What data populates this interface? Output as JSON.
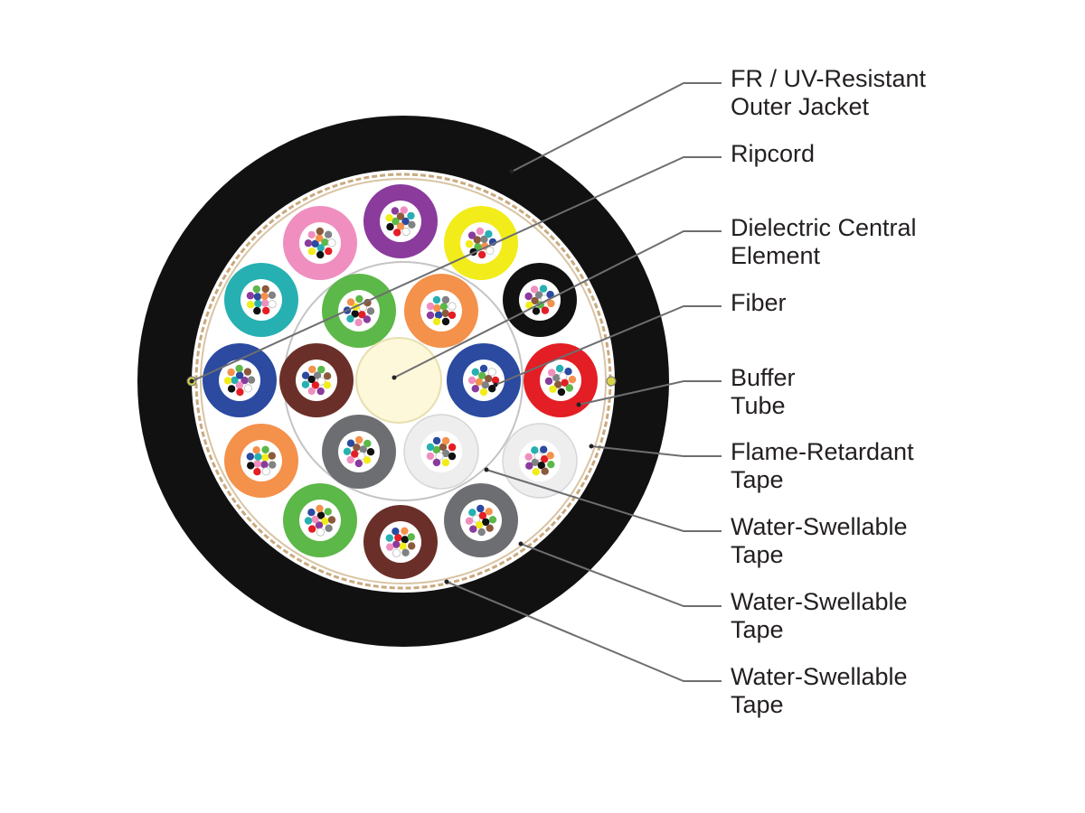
{
  "colors": {
    "jacket": "#111111",
    "leader_line": "#6d6e71",
    "label_text": "#231f20",
    "core_fill": "#fdf8d9",
    "tape": "#c9a97e",
    "binder": "#bdbdbd"
  },
  "labels": [
    {
      "id": "outer-jacket",
      "lines": [
        "FR / UV-Resistant",
        "Outer Jacket"
      ]
    },
    {
      "id": "ripcord",
      "lines": [
        "Ripcord"
      ]
    },
    {
      "id": "central-element",
      "lines": [
        "Dielectric Central",
        "Element"
      ]
    },
    {
      "id": "fiber",
      "lines": [
        "Fiber"
      ]
    },
    {
      "id": "buffer-tube",
      "lines": [
        "Buffer",
        "Tube"
      ]
    },
    {
      "id": "flame-retardant-tape",
      "lines": [
        "Flame-Retardant",
        "Tape"
      ]
    },
    {
      "id": "water-swellable-tape-1",
      "lines": [
        "Water-Swellable",
        "Tape"
      ]
    },
    {
      "id": "water-swellable-tape-2",
      "lines": [
        "Water-Swellable",
        "Tape"
      ]
    },
    {
      "id": "water-swellable-tape-3",
      "lines": [
        "Water-Swellable",
        "Tape"
      ]
    }
  ],
  "buffer_tubes": {
    "outer_ring_colors": [
      "purple",
      "yellow",
      "black",
      "red",
      "white",
      "gray",
      "brown",
      "green",
      "orange",
      "blue",
      "teal",
      "pink"
    ],
    "inner_ring_colors": [
      "orange",
      "blue",
      "white",
      "gray",
      "brown",
      "green"
    ],
    "color_hex": {
      "blue": "#2b4aa0",
      "orange": "#f4914b",
      "green": "#5cb848",
      "brown": "#6b2f2a",
      "gray": "#6d6e71",
      "white": "#eeeeef",
      "red": "#e31e24",
      "black": "#111111",
      "yellow": "#f2ec1a",
      "purple": "#8a3b9c",
      "pink": "#f08fbf",
      "teal": "#27b0b1"
    }
  },
  "fiber_colors": [
    "#2b4aa0",
    "#f4914b",
    "#5cb848",
    "#8b5a3c",
    "#808285",
    "#ffffff",
    "#e31e24",
    "#111111",
    "#f2ec1a",
    "#8a3b9c",
    "#f08fbf",
    "#27b0b1"
  ]
}
